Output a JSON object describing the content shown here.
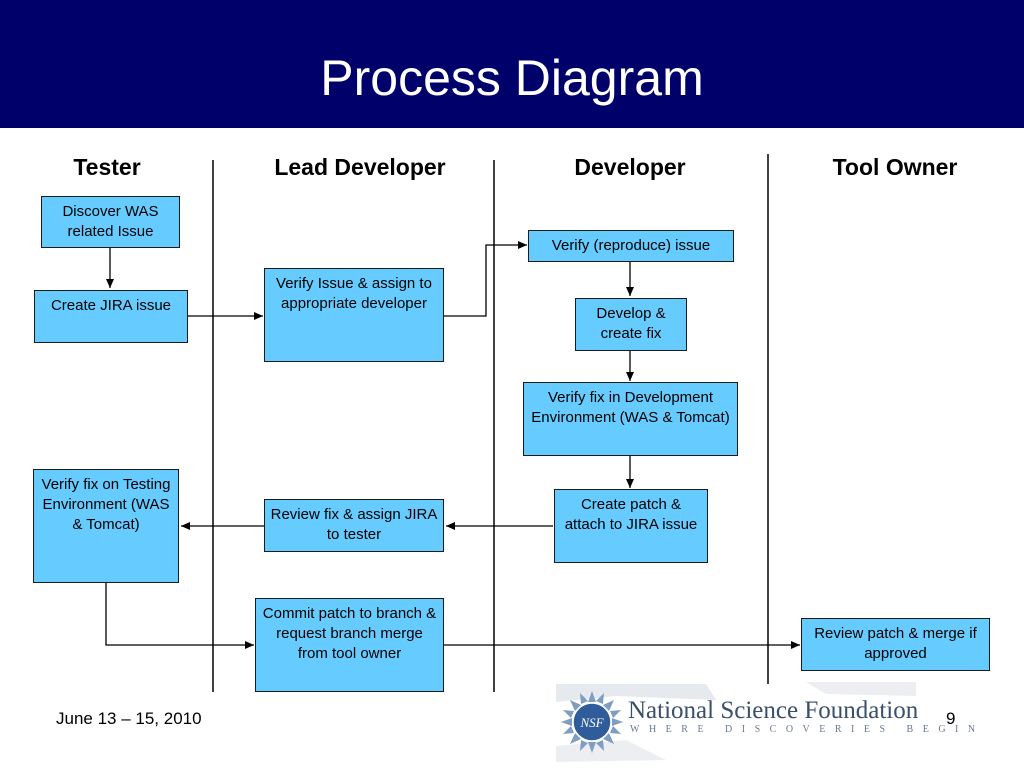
{
  "slide": {
    "title": "Process Diagram",
    "date": "June 13 – 15, 2010",
    "page_number": "9"
  },
  "lanes": [
    "Tester",
    "Lead Developer",
    "Developer",
    "Tool Owner"
  ],
  "steps": {
    "discover": "Discover WAS related Issue",
    "create_jira": "Create JIRA issue",
    "verify_assign": "Verify Issue & assign to appropriate developer",
    "verify_reproduce": "Verify (reproduce) issue",
    "develop_fix": "Develop & create fix",
    "verify_dev_env": "Verify fix in Development Environment (WAS & Tomcat)",
    "create_patch": "Create patch & attach to JIRA issue",
    "review_assign": "Review fix & assign JIRA to tester",
    "verify_testing": "Verify fix on Testing Environment (WAS & Tomcat)",
    "commit_patch": "Commit patch to branch & request branch merge from tool owner",
    "review_merge": "Review patch & merge if approved"
  },
  "logo": {
    "name": "National Science Foundation",
    "tagline": "WHERE DISCOVERIES BEGIN",
    "badge": "NSF"
  },
  "colors": {
    "header": "#00006a",
    "box_fill": "#66ccff",
    "text": "#000000"
  }
}
